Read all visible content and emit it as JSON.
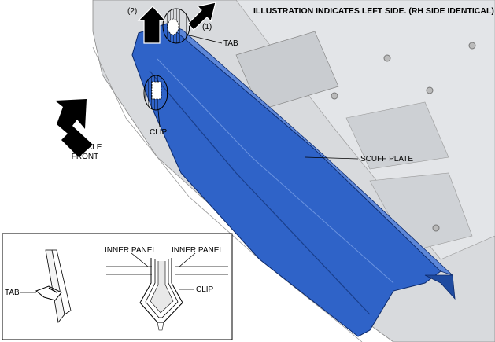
{
  "header": "ILLUSTRATION INDICATES LEFT SIDE. (RH SIDE IDENTICAL)",
  "steps": {
    "step1": "(1)",
    "step2": "(2)"
  },
  "labels": {
    "tab": "TAB",
    "clip": "CLIP",
    "scuff_plate": "SCUFF PLATE",
    "vehicle": "VEHICLE",
    "front": "FRONT"
  },
  "detail": {
    "inner_panel_left": "INNER PANEL",
    "inner_panel_right": "INNER PANEL",
    "tab": "TAB",
    "clip": "CLIP"
  },
  "colors": {
    "scuff_plate": "#2f63c8",
    "body_panel": "#d7d9dc",
    "arrow": "#000000"
  }
}
